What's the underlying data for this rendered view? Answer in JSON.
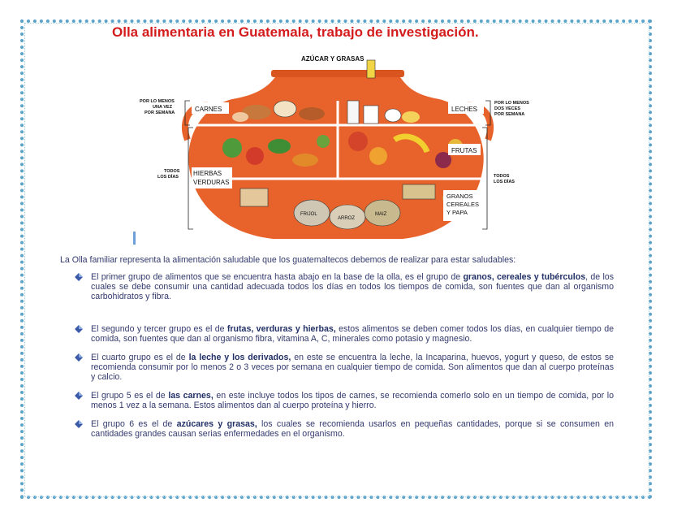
{
  "title": "Olla alimentaria en Guatemala, trabajo de investigación.",
  "figure": {
    "top_label": "AZÚCAR Y GRASAS",
    "left_top_note": [
      "POR LO MENOS",
      "UNA VEZ",
      "POR SEMANA"
    ],
    "left_top_label": "CARNES",
    "right_top_label": "LECHES",
    "right_top_note": [
      "POR LO MENOS",
      "DOS VECES",
      "POR SEMANA"
    ],
    "right_mid_label": "FRUTAS",
    "left_mid_note": [
      "TODOS",
      "LOS DÍAS"
    ],
    "left_mid_label": [
      "HIERBAS",
      "VERDURAS"
    ],
    "right_mid_note": [
      "TODOS",
      "LOS DÍAS"
    ],
    "right_bottom_label": [
      "GRANOS",
      "CEREALES",
      "Y PAPA"
    ],
    "sack_labels": [
      "FRIJOL",
      "ARROZ",
      "MAIZ"
    ]
  },
  "intro": "La Olla familiar representa la alimentación saludable que los guatemaltecos debemos de realizar para estar saludables:",
  "bullets": [
    {
      "pre": "El primer grupo de alimentos que se encuentra hasta abajo en la base de la olla, es el grupo de ",
      "bold": "granos, cereales y tubérculos",
      "post": ", de los cuales se debe consumir una cantidad adecuada todos los días en todos los tiempos de comida, son fuentes que dan al organismo carbohidratos y fibra."
    },
    {
      "pre": "El segundo y tercer grupo es el de ",
      "bold": "frutas, verduras y hierbas,",
      "post": " estos alimentos se deben comer todos los días, en cualquier tiempo de comida, son fuentes que dan al organismo fibra, vitamina A, C, minerales como potasio y magnesio."
    },
    {
      "pre": "El cuarto grupo es el de ",
      "bold": "la leche y los derivados,",
      "post": " en este se encuentra la leche, la Incaparina, huevos, yogurt y queso, de estos se recomienda consumir por lo menos 2 o 3 veces por semana en cualquier tiempo de comida. Son alimentos que dan al cuerpo proteínas y calcio."
    },
    {
      "pre": "El grupo 5 es el de ",
      "bold": "las carnes,",
      "post": " en este incluye todos los tipos de carnes, se recomienda comerlo solo en un tiempo de comida, por lo menos 1 vez a la semana. Estos alimentos dan al cuerpo proteína y hierro."
    },
    {
      "pre": "El grupo 6 es el de ",
      "bold": "azúcares y grasas,",
      "post": " los cuales se recomienda usarlos en pequeñas cantidades, porque si se consumen en cantidades grandes causan serias enfermedades en el organismo."
    }
  ],
  "colors": {
    "title": "#d41c1c",
    "pot": "#e8632b",
    "text": "#333a6e",
    "frame": "#5aa3c9"
  },
  "icons": {
    "bullet": "blue-diamond-bullet-icon"
  }
}
